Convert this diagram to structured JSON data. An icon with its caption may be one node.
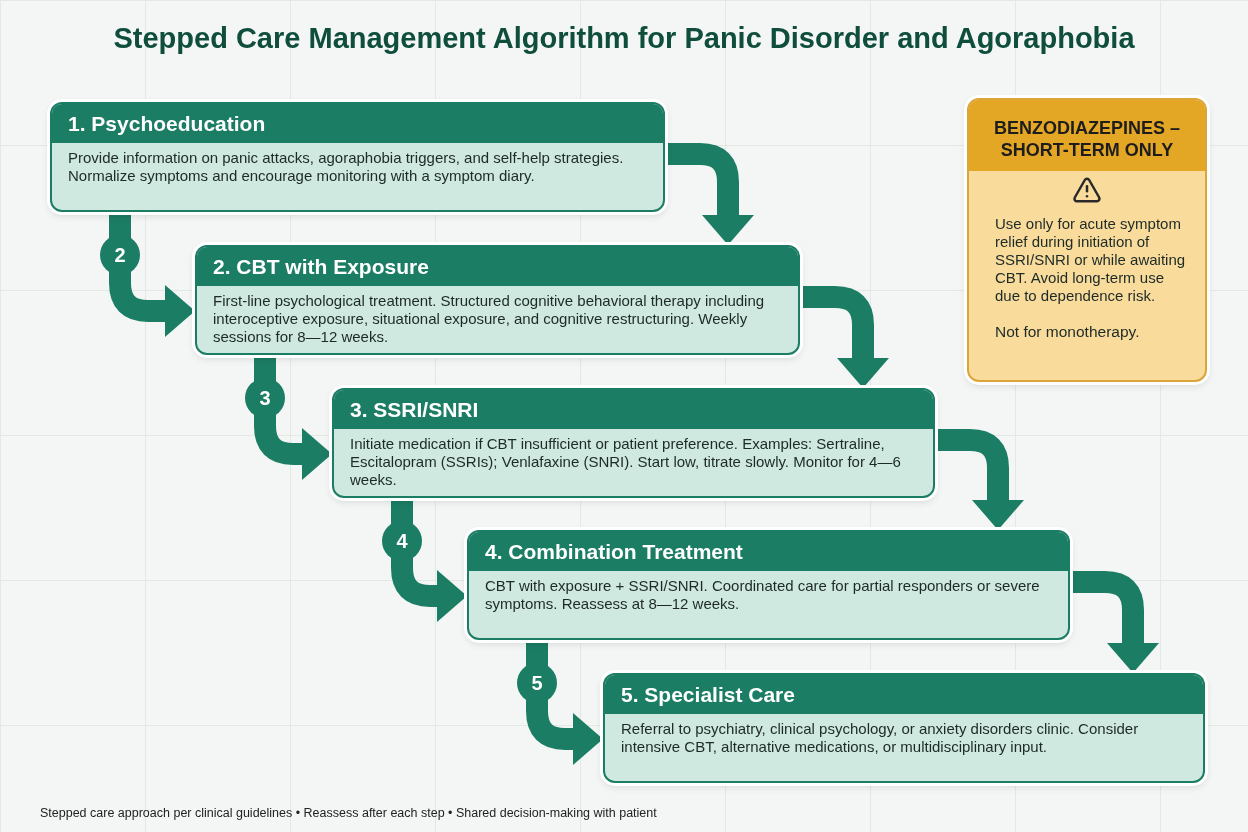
{
  "diagram": {
    "title": "Stepped Care Management Algorithm for Panic Disorder and Agoraphobia",
    "nodes": [
      {
        "text": [
          "1. Psychoeducation",
          "Provide information on panic attacks, agoraphobia triggers, and self-help strategies. Normalize symptoms and encourage monitoring with a symptom diary."
        ]
      },
      {
        "text": [
          "2. CBT with Exposure",
          "First-line psychological treatment. Structured cognitive behavioral therapy including interoceptive exposure, situational exposure, and cognitive restructuring. Weekly sessions for 8—12 weeks."
        ]
      },
      {
        "text": [
          "3. SSRI/SNRI",
          "Initiate medication if CBT insufficient or patient preference. Examples: Sertraline, Escitalopram (SSRIs); Venlafaxine (SNRI). Start low, titrate slowly. Monitor for 4—6 weeks."
        ]
      },
      {
        "text": [
          "4. Combination Treatment",
          "CBT with exposure + SSRI/SNRI. Coordinated care for partial responders or severe symptoms. Reassess at 8—12 weeks."
        ]
      },
      {
        "text": [
          "5. Specialist Care",
          "Referral to psychiatry, clinical psychology, or anxiety disorders clinic. Consider intensive CBT, alternative medications, or multidisciplinary input."
        ]
      },
      {
        "text": [
          "BENZODIAZEPINES – SHORT-TERM ONLY",
          "Use only for acute symptom relief during initiation of SSRI/SNRI or while awaiting CBT. Avoid long-term use due to dependence risk.",
          "Not for monotherapy."
        ]
      }
    ],
    "edges": [
      {
        "from": 0,
        "to": 1,
        "arrow": "to",
        "label": "2"
      },
      {
        "from": 0,
        "to": 1,
        "arrow": "to"
      },
      {
        "from": 1,
        "to": 2,
        "arrow": "to",
        "label": "3"
      },
      {
        "from": 1,
        "to": 2,
        "arrow": "to"
      },
      {
        "from": 2,
        "to": 3,
        "arrow": "to",
        "label": "4"
      },
      {
        "from": 2,
        "to": 3,
        "arrow": "to"
      },
      {
        "from": 3,
        "to": 4,
        "arrow": "to",
        "label": "5"
      },
      {
        "from": 3,
        "to": 4,
        "arrow": "to"
      }
    ],
    "labels": [
      "Stepped care approach per clinical guidelines • Reassess after each step • Shared decision-making with patient"
    ]
  }
}
